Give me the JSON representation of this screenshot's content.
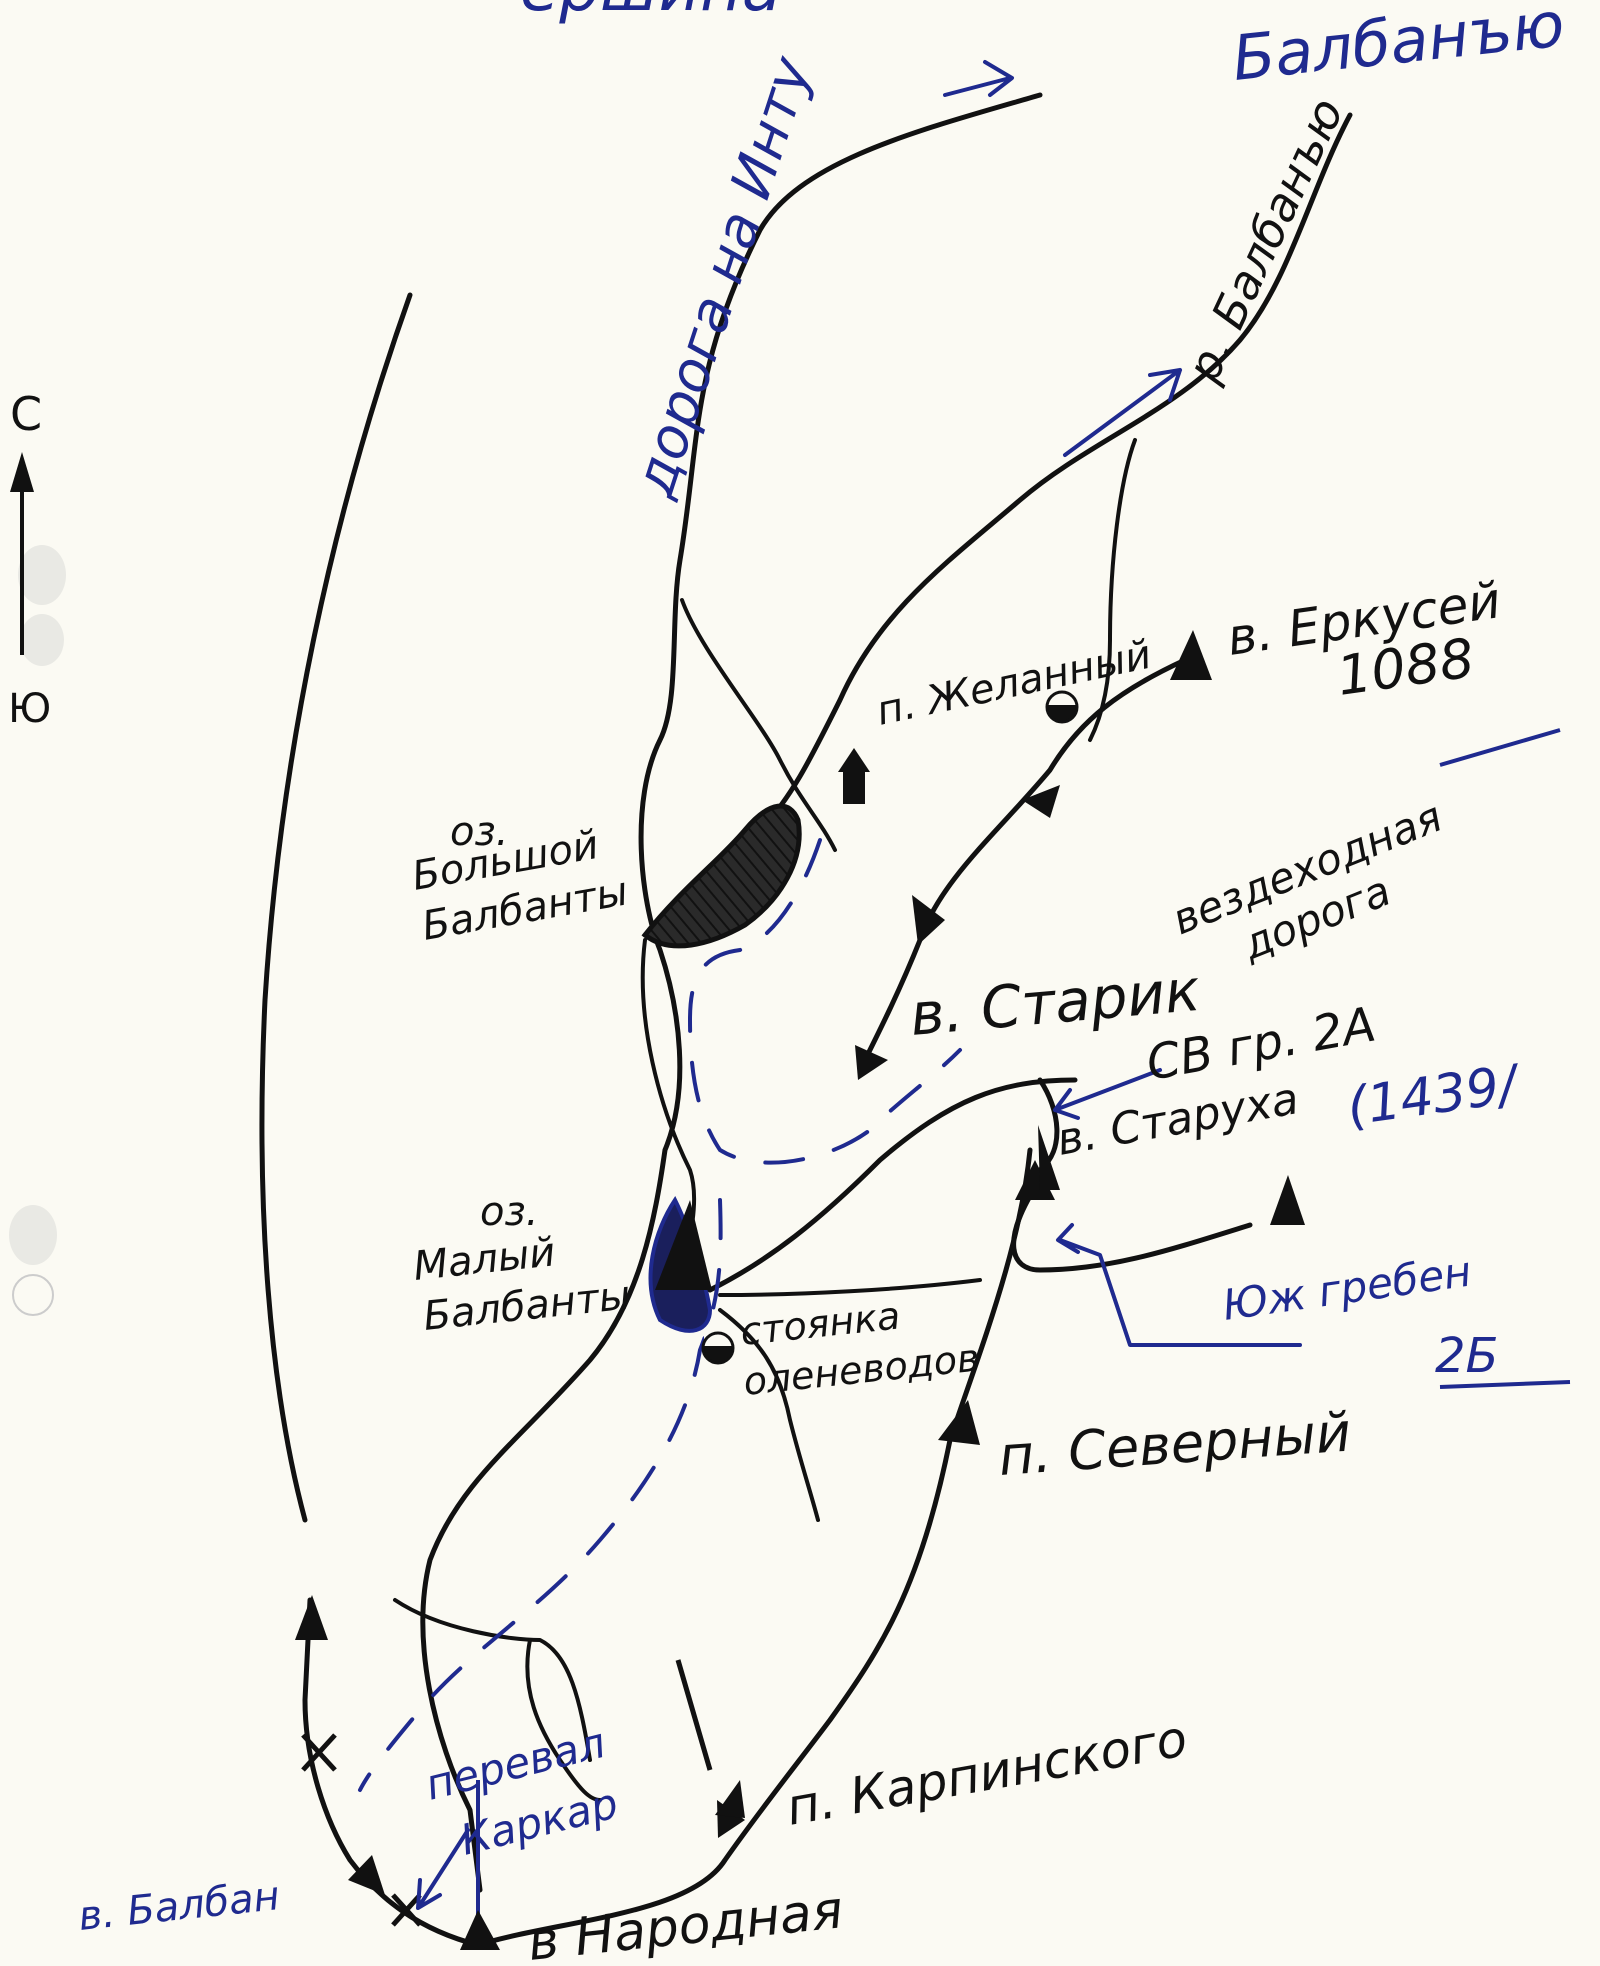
{
  "top_partial_left": "ершина",
  "top_partial_right": "Балбанъю",
  "compass": {
    "north": "С",
    "south": "Ю"
  },
  "labels": {
    "road_inta": "дорога на Инту",
    "river_balbanyu": "р. Балбанъю",
    "peak_erkusey": "в. Еркусей",
    "peak_erkusey_height": "1088",
    "pass_zhelanny": "п. Желанный",
    "lake_bolshoy_1": "оз.",
    "lake_bolshoy_2": "Большой",
    "lake_bolshoy_3": "Балбанты",
    "vezdekhod_road_1": "вездеходная",
    "vezdekhod_road_2": "дорога",
    "peak_starik": "в. Старик",
    "route_sv_1": "СВ гр. 2А",
    "peak_starukha": "в. Старуха",
    "peak_starukha_height": "(1439/",
    "route_yu_1": "Юж гребен",
    "route_yu_2": "2Б",
    "lake_maly_1": "оз.",
    "lake_maly_2": "Малый",
    "lake_maly_3": "Балбанты",
    "camp_1": "стоянка",
    "camp_2": "оленеводов",
    "pass_severny": "п. Северный",
    "pass_karpinskogo": "п. Карпинского",
    "pass_karkar_1": "перевал",
    "pass_karkar_2": "Каркар",
    "peak_balban": "в. Балбан",
    "peak_narodnaya": "в  Народная"
  },
  "colors": {
    "ink": "#111111",
    "pen_blue": "#1f2a8f",
    "paper": "#fbfaf3"
  }
}
